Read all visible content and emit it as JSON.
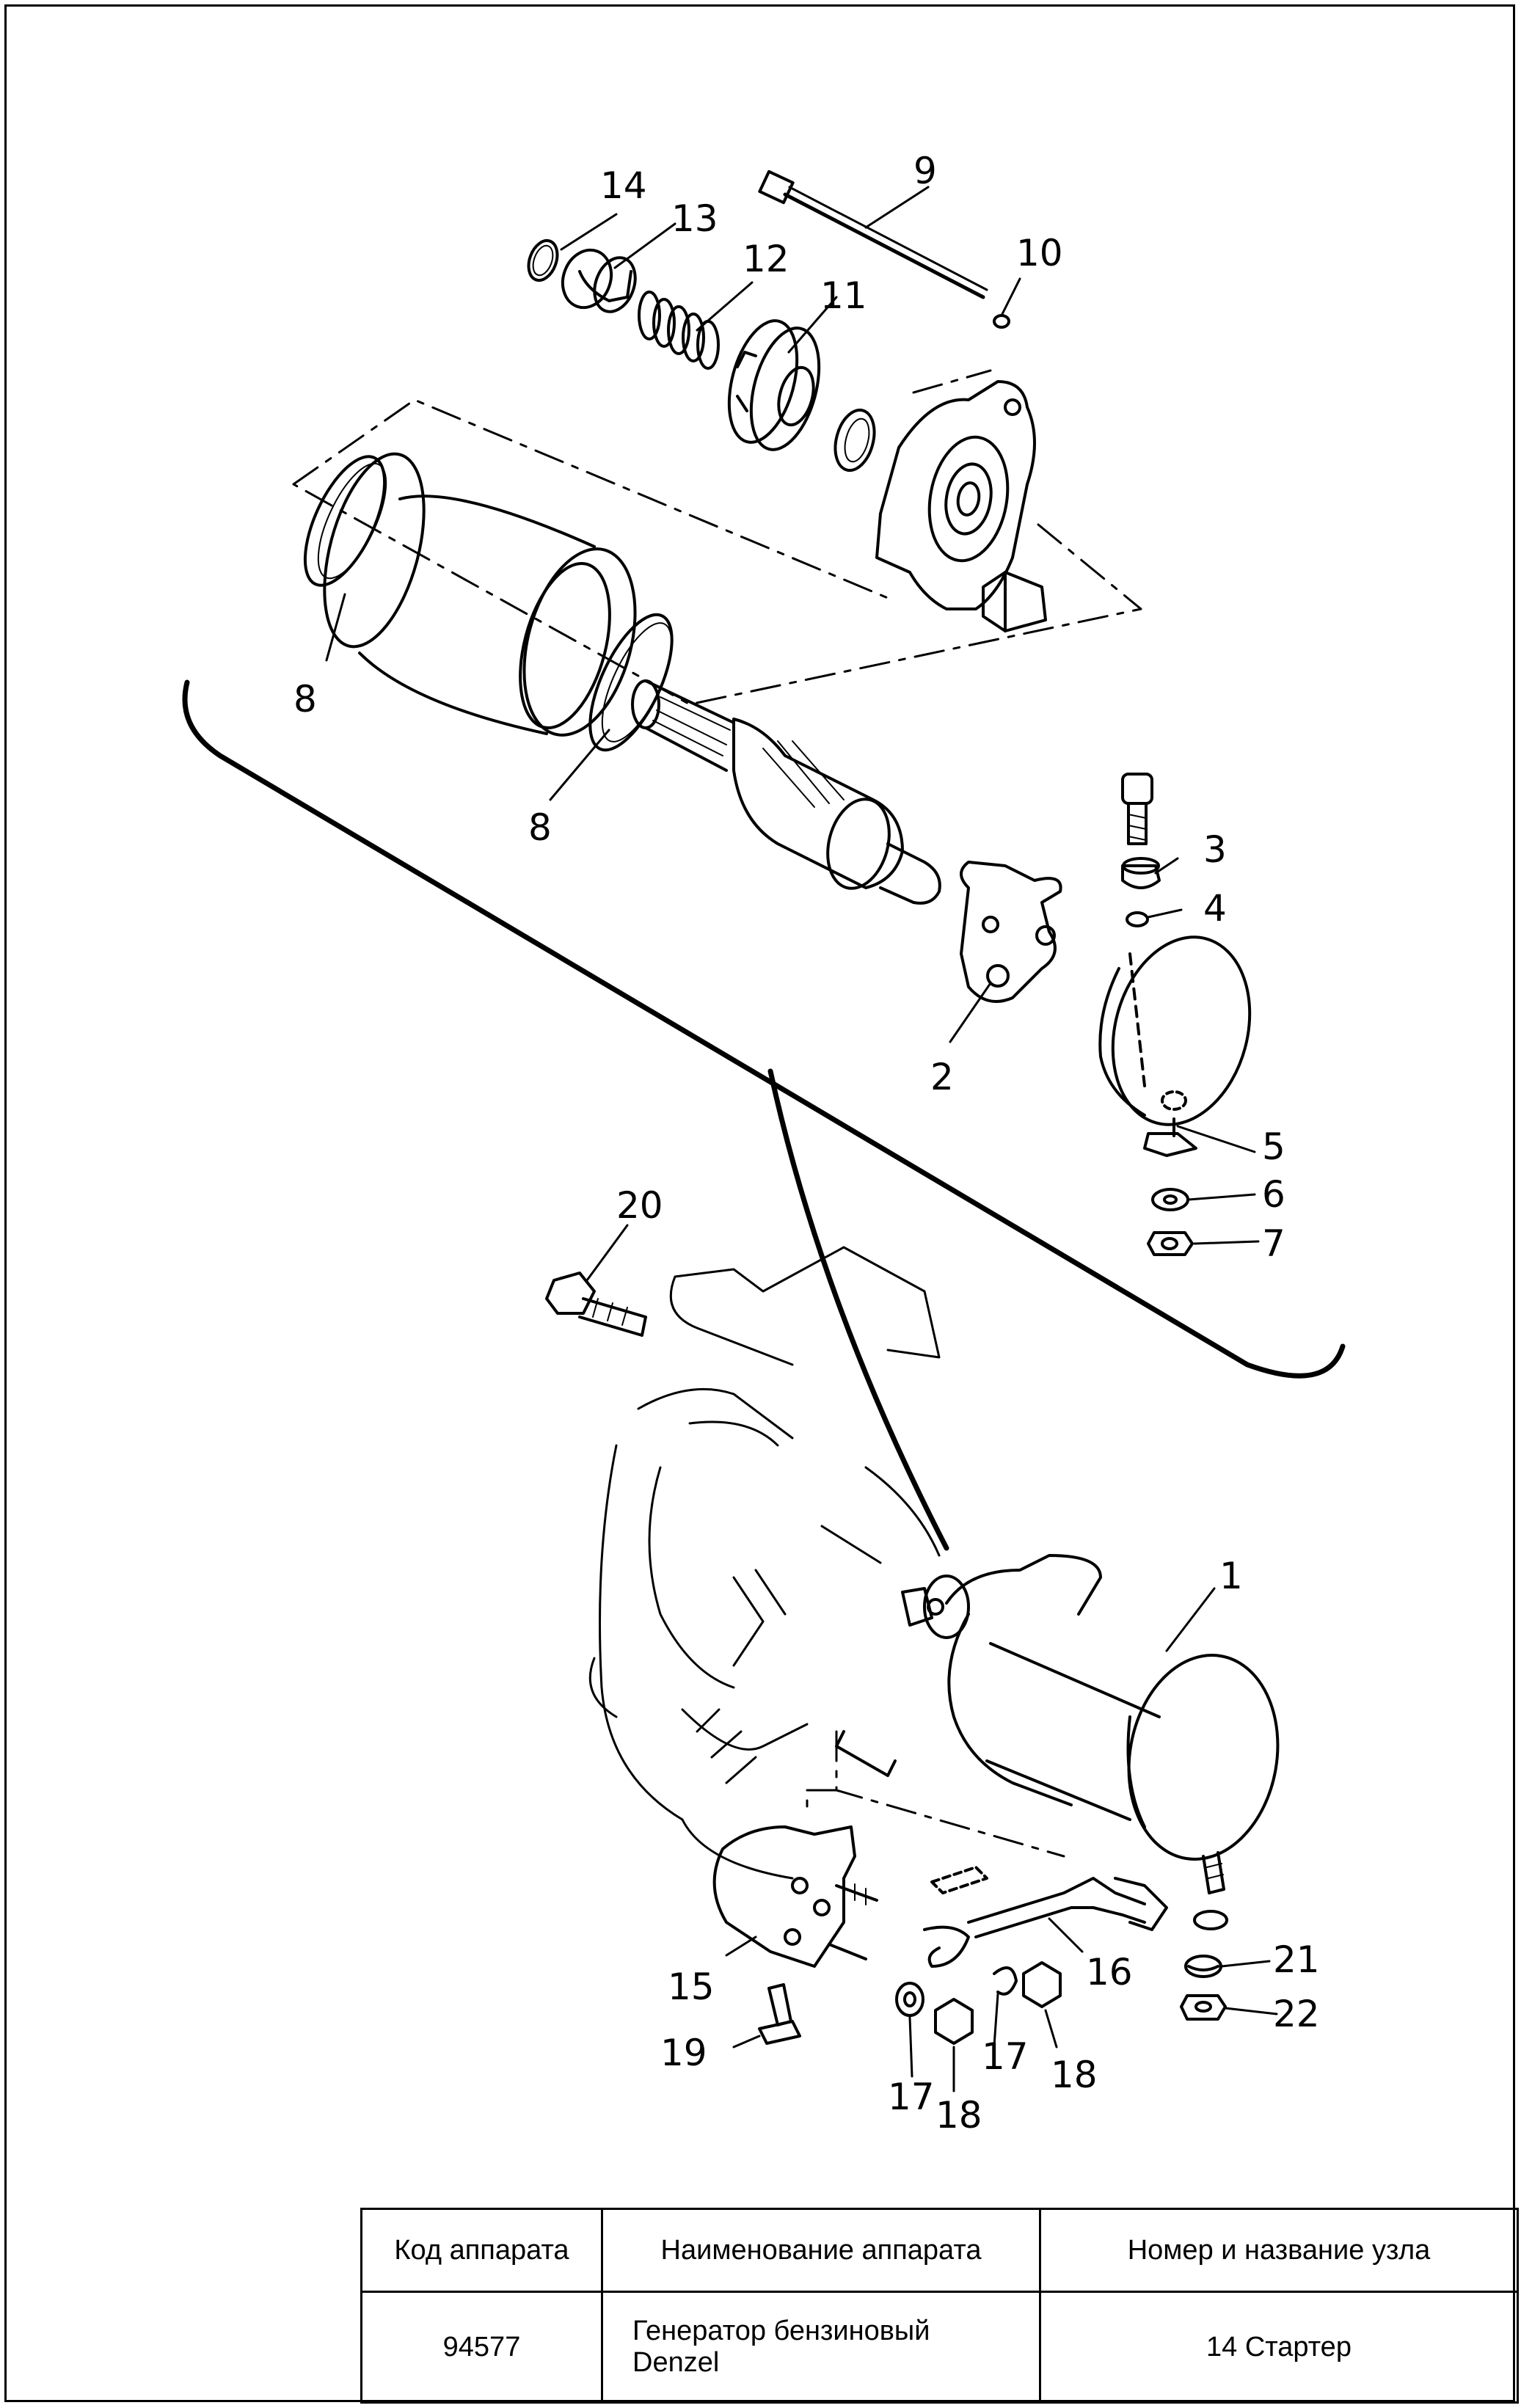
{
  "callouts": [
    "1",
    "2",
    "3",
    "4",
    "5",
    "6",
    "7",
    "8",
    "8",
    "9",
    "10",
    "11",
    "12",
    "13",
    "14",
    "15",
    "16",
    "17",
    "17",
    "18",
    "18",
    "19",
    "20",
    "21",
    "22"
  ],
  "table": {
    "headers": [
      "Код аппарата",
      "Наименование аппарата",
      "Номер и название узла"
    ],
    "code": "94577",
    "name_line1": "Генератор бензиновый",
    "name_line2": "Denzel",
    "node": "14 Стартер"
  }
}
